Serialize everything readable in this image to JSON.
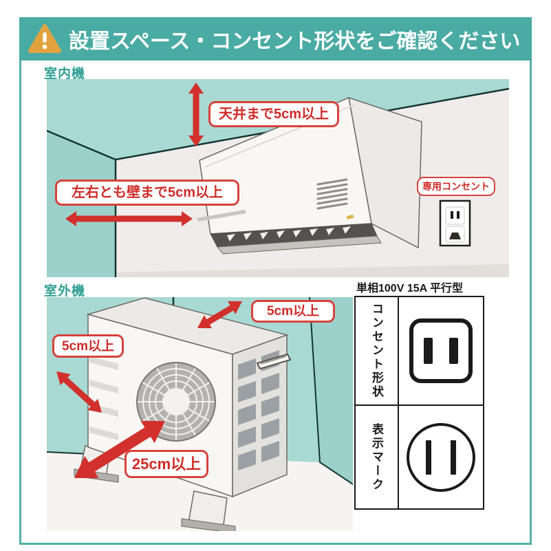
{
  "header": {
    "title": "設置スペース・コンセント形状をご確認ください",
    "icon": "warning-triangle-icon"
  },
  "indoor": {
    "section_label": "室内機",
    "labels": {
      "ceiling": "天井まで5cm以上",
      "sides": "左右とも壁まで5cm以上",
      "outlet": "専用コンセント"
    }
  },
  "outdoor": {
    "section_label": "室外機",
    "labels": {
      "top": "5cm以上",
      "left": "5cm以上",
      "front": "25cm以上"
    }
  },
  "spec_table": {
    "header": "単相100V 15A 平行型",
    "rows": [
      {
        "label": "コンセント形状",
        "icon": "parallel-two-blade-outlet-icon"
      },
      {
        "label": "表示マーク",
        "icon": "parallel-plug-mark-icon"
      }
    ]
  },
  "colors": {
    "banner_teal": "#49aba3",
    "frame_teal": "#55b0a8",
    "wall_teal_light": "#a9d9d3",
    "wall_teal_dark": "#9bd1ca",
    "arrow_red": "#d2302c",
    "tag_border_red": "#d6423c",
    "tag_text_red": "#cf2b27",
    "warning_amber": "#e2a33f",
    "section_label_teal": "#2fa094"
  }
}
